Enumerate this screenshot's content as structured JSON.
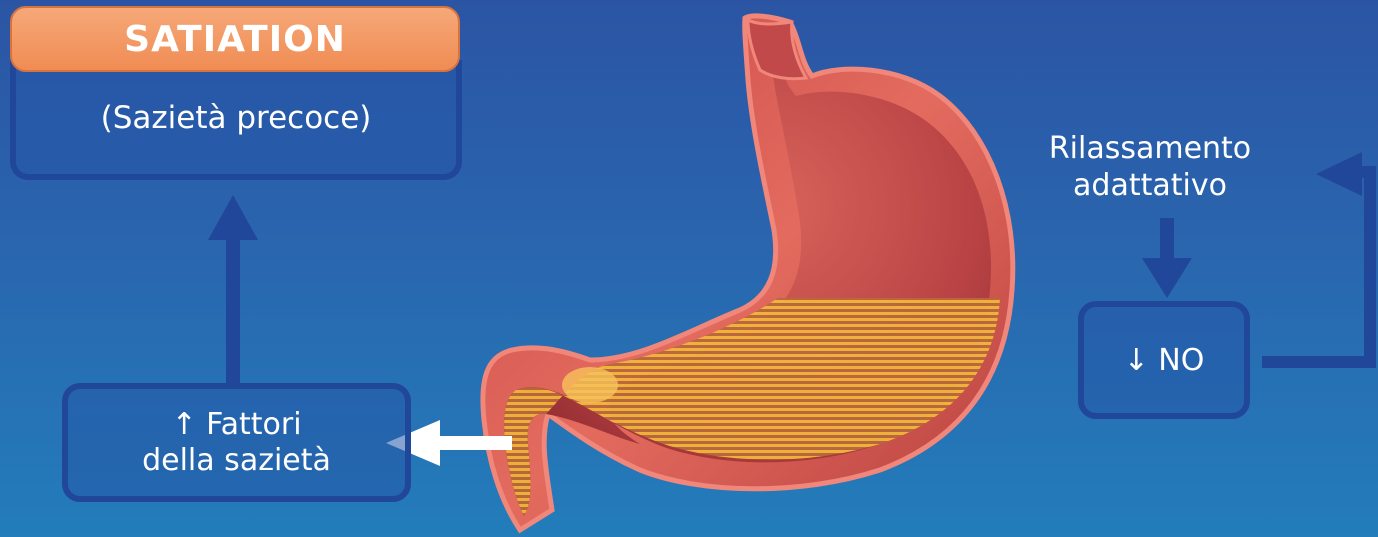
{
  "satiation": {
    "title": "SATIATION",
    "subtitle": "(Sazietà precoce)"
  },
  "factors": {
    "line1": "↑ Fattori",
    "line2": "della sazietà"
  },
  "relaxation": {
    "line1": "Rilassamento",
    "line2": "adattativo"
  },
  "no_box": {
    "label": "↓ NO"
  },
  "colors": {
    "background_top": "#2b55a4",
    "background_bottom": "#237dba",
    "header_fill": "#f39a62",
    "box_border": "#21479a",
    "food_stripes": "#e3a21a",
    "stomach_wall": "#e86a5e"
  },
  "icons": [
    "stomach-illustration",
    "arrow-up",
    "arrow-left-white",
    "arrow-down",
    "arrow-loop"
  ]
}
